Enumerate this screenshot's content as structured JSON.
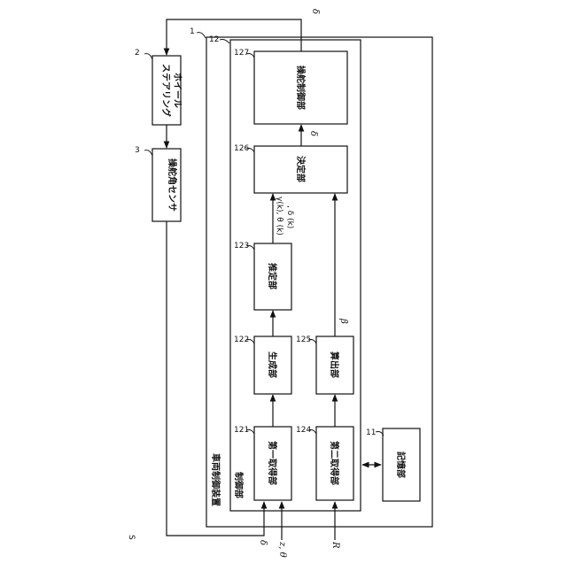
{
  "colors": {
    "line": "#111111",
    "background": "#ffffff"
  },
  "figure_label": "S",
  "blocks": {
    "steering_wheel": {
      "number": "2",
      "label_line1": "ステアリング",
      "label_line2": "ホイール"
    },
    "angle_sensor": {
      "number": "3",
      "label": "操舵角センサ"
    },
    "vehicle_control_device": {
      "number": "1",
      "label": "車両制御装置"
    },
    "control_unit": {
      "number": "12",
      "label": "制御部"
    },
    "steering_control": {
      "number": "127",
      "label": "操舵制御部"
    },
    "decision_unit": {
      "number": "126",
      "label": "決定部"
    },
    "estimation_unit": {
      "number": "123",
      "label": "推定部"
    },
    "generation_unit": {
      "number": "122",
      "label": "生成部"
    },
    "calculation_unit": {
      "number": "125",
      "label": "算出部"
    },
    "first_acquisition": {
      "number": "121",
      "label": "第一取得部"
    },
    "second_acquisition": {
      "number": "124",
      "label": "第二取得部"
    },
    "storage_unit": {
      "number": "11",
      "label": "記憶部"
    }
  },
  "signals": {
    "delta_top": "δ",
    "delta_mid": "δ",
    "estimate_line1": "γ(k), θ (k)",
    "estimate_line2": ", δ (k)",
    "beta": "β",
    "delta_input": "δ",
    "z_theta": "z, θ",
    "r_input": "R"
  }
}
